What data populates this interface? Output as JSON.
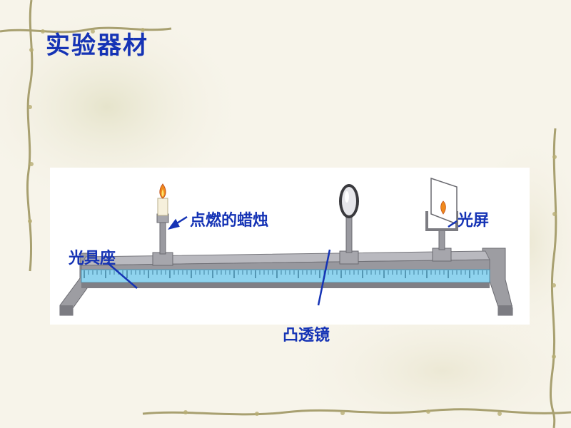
{
  "slide": {
    "title": "实验器材"
  },
  "diagram": {
    "labels": {
      "candle": "点燃的蜡烛",
      "lens": "凸透镜",
      "screen": "光屏",
      "bench": "光具座"
    },
    "colors": {
      "label_text": "#1533b5",
      "pointer": "#1533b5",
      "metal": "#9a9aa0",
      "scale": "#8fd3ee",
      "background": "#f7f4ea"
    }
  }
}
